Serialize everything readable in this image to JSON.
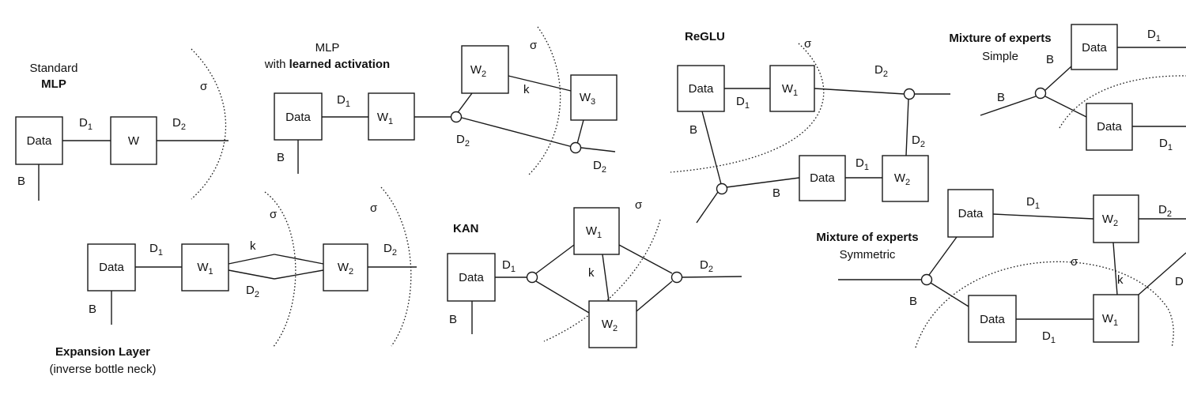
{
  "panels": {
    "standard_mlp": {
      "title_line1": "Standard",
      "title_line2": "MLP",
      "data": "Data",
      "w": "W",
      "d1": "D",
      "d1_sub": "1",
      "d2": "D",
      "d2_sub": "2",
      "b": "B",
      "sigma": "σ"
    },
    "learned_activation": {
      "title_line1": "MLP",
      "title_prefix": "with ",
      "title_bold": "learned activation",
      "data": "Data",
      "w1": "W",
      "w1_sub": "1",
      "w2": "W",
      "w2_sub": "2",
      "w3": "W",
      "w3_sub": "3",
      "d1": "D",
      "d1_sub": "1",
      "d2a": "D",
      "d2a_sub": "2",
      "d2b": "D",
      "d2b_sub": "2",
      "k": "k",
      "b": "B",
      "sigma": "σ"
    },
    "reglu": {
      "title": "ReGLU",
      "data1": "Data",
      "w1": "W",
      "w1_sub": "1",
      "data2": "Data",
      "w2": "W",
      "w2_sub": "2",
      "d1a": "D",
      "d1a_sub": "1",
      "d1b": "D",
      "d1b_sub": "1",
      "d2a": "D",
      "d2a_sub": "2",
      "d2b": "D",
      "d2b_sub": "2",
      "b1": "B",
      "b2": "B",
      "sigma": "σ"
    },
    "moe_simple": {
      "title": "Mixture of experts",
      "subtitle": "Simple",
      "data1": "Data",
      "data2": "Data",
      "d1a": "D",
      "d1a_sub": "1",
      "d1b": "D",
      "d1b_sub": "1",
      "b1": "B",
      "b2": "B"
    },
    "expansion": {
      "title": "Expansion Layer",
      "subtitle": "(inverse bottle neck)",
      "data": "Data",
      "w1": "W",
      "w1_sub": "1",
      "w2": "W",
      "w2_sub": "2",
      "d1": "D",
      "d1_sub": "1",
      "d2a": "D",
      "d2a_sub": "2",
      "d2b": "D",
      "d2b_sub": "2",
      "k": "k",
      "b": "B",
      "sigma1": "σ",
      "sigma2": "σ"
    },
    "kan": {
      "title": "KAN",
      "data": "Data",
      "w1": "W",
      "w1_sub": "1",
      "w2": "W",
      "w2_sub": "2",
      "d1": "D",
      "d1_sub": "1",
      "d2": "D",
      "d2_sub": "2",
      "k": "k",
      "b": "B",
      "sigma": "σ"
    },
    "moe_symmetric": {
      "title": "Mixture of experts",
      "subtitle": "Symmetric",
      "data1": "Data",
      "data2": "Data",
      "w1": "W",
      "w1_sub": "1",
      "w2": "W",
      "w2_sub": "2",
      "d1a": "D",
      "d1a_sub": "1",
      "d1b": "D",
      "d1b_sub": "1",
      "d2": "D",
      "d2_sub": "2",
      "d_cut": "D",
      "k": "k",
      "b": "B",
      "sigma": "σ"
    }
  }
}
